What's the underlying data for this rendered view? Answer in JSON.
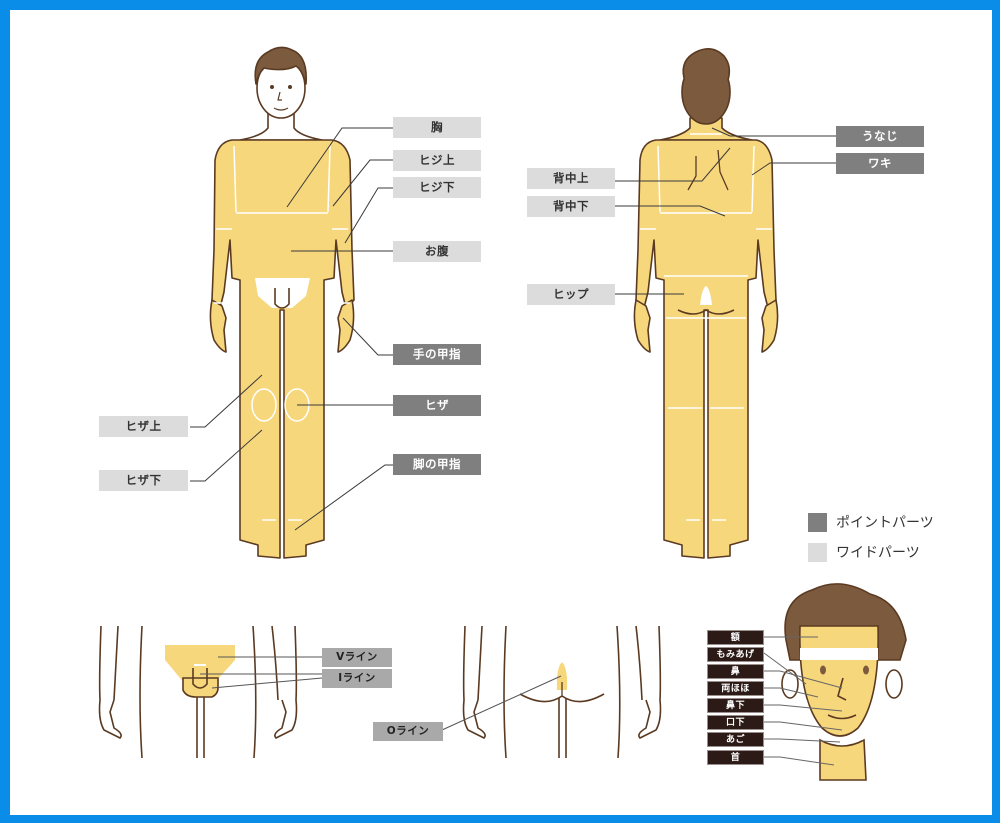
{
  "colors": {
    "frame": "#0a8de8",
    "skin_fill": "#f7d77c",
    "outline": "#5b3a22",
    "hair": "#7c5a3e",
    "wide_part": "#dcdcdc",
    "point_part": "#7f7f7f",
    "zone_label": "#a9a9a9",
    "face_label": "#2b1a16"
  },
  "front_body": {
    "labels": [
      {
        "text": "胸",
        "type": "wide"
      },
      {
        "text": "ヒジ上",
        "type": "wide"
      },
      {
        "text": "ヒジ下",
        "type": "wide"
      },
      {
        "text": "お腹",
        "type": "wide"
      },
      {
        "text": "手の甲指",
        "type": "point"
      },
      {
        "text": "ヒザ",
        "type": "point"
      },
      {
        "text": "脚の甲指",
        "type": "point"
      },
      {
        "text": "ヒザ上",
        "type": "wide"
      },
      {
        "text": "ヒザ下",
        "type": "wide"
      }
    ]
  },
  "back_body": {
    "labels": [
      {
        "text": "うなじ",
        "type": "point"
      },
      {
        "text": "ワキ",
        "type": "point"
      },
      {
        "text": "背中上",
        "type": "wide"
      },
      {
        "text": "背中下",
        "type": "wide"
      },
      {
        "text": "ヒップ",
        "type": "wide"
      }
    ]
  },
  "legend": {
    "items": [
      {
        "label": "ポイントパーツ",
        "color": "#7f7f7f"
      },
      {
        "label": "ワイドパーツ",
        "color": "#dcdcdc"
      }
    ]
  },
  "vio": {
    "labels": [
      {
        "text": "Vライン"
      },
      {
        "text": "Iライン"
      },
      {
        "text": "Oライン"
      }
    ]
  },
  "face": {
    "labels": [
      {
        "text": "額"
      },
      {
        "text": "もみあげ"
      },
      {
        "text": "鼻"
      },
      {
        "text": "両ほほ"
      },
      {
        "text": "鼻下"
      },
      {
        "text": "口下"
      },
      {
        "text": "あご"
      },
      {
        "text": "首"
      }
    ]
  }
}
